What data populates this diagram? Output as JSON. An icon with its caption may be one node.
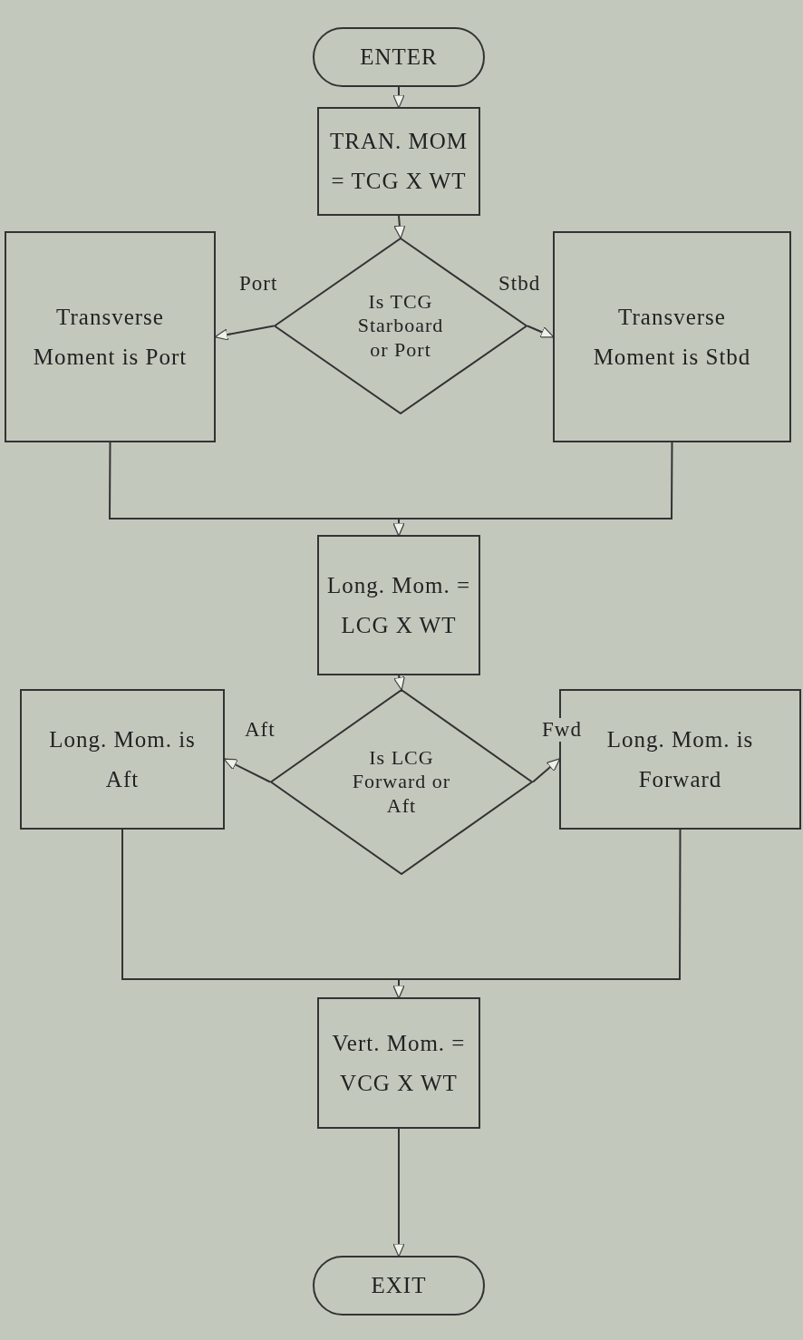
{
  "diagram": {
    "nodes": [
      {
        "text": [
          "ENTER"
        ]
      },
      {
        "text": [
          "TRAN. MOM = TCG X WT"
        ]
      },
      {
        "text": [
          "Is TCG Starboard or Port"
        ]
      },
      {
        "text": [
          "Transverse Moment is Port"
        ]
      },
      {
        "text": [
          "Transverse Moment is Stbd"
        ]
      },
      {
        "text": [
          "Long. Mom. = LCG X WT"
        ]
      },
      {
        "text": [
          "Is LCG Forward or Aft"
        ]
      },
      {
        "text": [
          "Long. Mom. is Aft"
        ]
      },
      {
        "text": [
          "Long. Mom. is Forward"
        ]
      },
      {
        "text": [
          "Vert. Mom. = VCG X WT"
        ]
      },
      {
        "text": [
          "EXIT"
        ]
      }
    ],
    "edges": [
      {
        "from": 0,
        "to": 1,
        "arrow": "to"
      },
      {
        "from": 1,
        "to": 2,
        "arrow": "to"
      },
      {
        "from": 2,
        "to": 3,
        "arrow": "to",
        "label": "Port"
      },
      {
        "from": 2,
        "to": 4,
        "arrow": "to",
        "label": "Stbd"
      },
      {
        "from": 3,
        "to": 5,
        "arrow": "to"
      },
      {
        "from": 4,
        "to": 5,
        "arrow": "to"
      },
      {
        "from": 5,
        "to": 6,
        "arrow": "to"
      },
      {
        "from": 6,
        "to": 7,
        "arrow": "to",
        "label": "Aft"
      },
      {
        "from": 6,
        "to": 8,
        "arrow": "to",
        "label": "Fwd"
      },
      {
        "from": 7,
        "to": 9,
        "arrow": "to"
      },
      {
        "from": 8,
        "to": 9,
        "arrow": "to"
      },
      {
        "from": 9,
        "to": 10,
        "arrow": "to"
      }
    ]
  }
}
